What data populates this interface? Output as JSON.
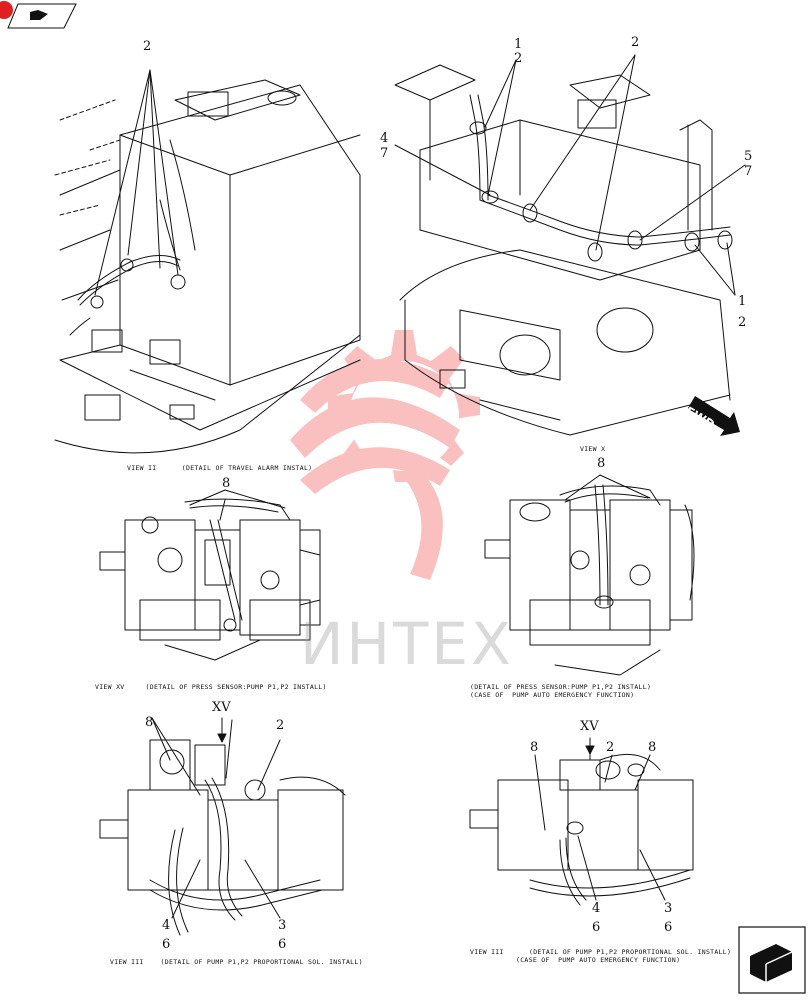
{
  "captions": {
    "view_ii": "VIEW II      (DETAIL OF TRAVEL ALARM INSTAL)",
    "view_x": "VIEW X",
    "view_xv": "VIEW XV     (DETAIL OF PRESS SENSOR:PUMP P1,P2 INSTALL)",
    "view_press_emergency_line1": "(DETAIL OF PRESS SENSOR:PUMP P1,P2 INSTALL)",
    "view_press_emergency_line2": "(CASE OF  PUMP AUTO EMERGENCY FUNCTION)",
    "view_iii": "VIEW III    (DETAIL OF PUMP P1,P2 PROPORTIONAL SOL. INSTALL)",
    "view_iii_emergency_line1": "VIEW III      (DETAIL OF PUMP P1,P2 PROPORTIONAL SOL. INSTALL)",
    "view_iii_emergency_line2": "(CASE OF  PUMP AUTO EMERGENCY FUNCTION)"
  },
  "callouts": {
    "tl_2": "2",
    "tr_1": "1",
    "tr_2": "2",
    "tr_2b": "2",
    "tr_4": "4",
    "tr_7": "7",
    "tr_5": "5",
    "tr_7b": "7",
    "tr_1b": "1",
    "tr_2c": "2",
    "ml_8": "8",
    "mr_8": "8",
    "bl_8": "8",
    "bl_2": "2",
    "bl_4": "4",
    "bl_6": "6",
    "bl_3": "3",
    "bl_6b": "6",
    "br_8": "8",
    "br_2": "2",
    "br_8b": "8",
    "br_4": "4",
    "br_6": "6",
    "br_3": "3",
    "br_6b": "6"
  },
  "view_markers": {
    "bl_xv": "XV",
    "br_xv": "XV"
  },
  "fwd_label": "FWD",
  "watermark_text": "ИНТЕХ",
  "colors": {
    "line": "#111111",
    "watermark_red": "#f24b4b",
    "badge_red": "#e02020"
  },
  "icons": {
    "top_left_nav": "back-arrow-icon",
    "bottom_right_nav": "next-page-icon"
  }
}
